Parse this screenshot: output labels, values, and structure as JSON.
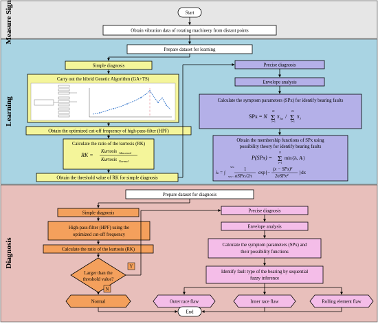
{
  "sections": {
    "measure": "Measure Signal",
    "learning": "Learning",
    "diagnosis": "Diagnosis"
  },
  "nodes": {
    "start": "Start",
    "obtain_vibration": "Obtain vibration data of rotating machinery from distant points",
    "prepare_learning": "Prepare dataset for learning",
    "simple_diag_learn": "Simple diagnosis",
    "hybrid_ga": "Carry out the hibrid Genetic Algorithm (GA+TS)",
    "obtain_hpf": "Obtain the optimized cut-off frequency of high-pass-filter (HPF)",
    "calc_kurtosis_learn": "Calculate the ratio of the kurtosis (RK)",
    "rk_formula_lhs": "RK =",
    "rk_formula_num": "Kurtosis",
    "rk_formula_num_sub": "Abnormal",
    "rk_formula_den": "Kurtosis",
    "rk_formula_den_sub": "Normal",
    "obtain_threshold": "Obtain the threshold value of RK for simple diagnosis",
    "precise_diag_learn": "Precise diagnosis",
    "envelope_learn": "Envelope analysis",
    "calc_symptom_learn": "Calculate the symptom parameters (SPx) for identify bearing faults",
    "spx_formula": "SPx = N Σ S_Jcs / Σ S_J",
    "membership_line1": "Obtain the membership functions of SPx using",
    "membership_line2": "possibility theory for identify bearing faults",
    "possibility_formula": "P(SPx) = Σ min{λ_i, A_i}",
    "lambda_formula": "λ_i = ∫ 1/(σSPx√2π) exp{−(x−SPx)²/2σSPx²}dx",
    "prepare_diag": "Prepare dataset for diagnosis",
    "simple_diag": "Simple diagnosis",
    "hpf_line1": "High-pass-filter (HPF) using the",
    "hpf_line2": "optimized cut-off frequency",
    "calc_kurtosis_diag": "Calculate the ratio of the kurtosis (RK)",
    "larger_line1": "Larger than the",
    "larger_line2": "threshold value?",
    "yes": "Y",
    "no": "N",
    "normal": "Normal",
    "precise_diag": "Precise diagnosis",
    "envelope_diag": "Envelope analysis",
    "symptom_line1": "Calculate the symptom parameters (SPx) and",
    "symptom_line2": "their possibility functions",
    "identify_line1": "Identify fault type of the bearing by sequential",
    "identify_line2": "fuzzy inference",
    "outer_race": "Outer race flaw",
    "inner_race": "Inner race flaw",
    "rolling_element": "Rolling element flaw",
    "end": "End"
  },
  "colors": {
    "measure_bg": "#e6e6e6",
    "learning_bg": "#a9d4e3",
    "diagnosis_bg": "#e8bfbb",
    "yellow_box": "#f4f59a",
    "purple_box": "#b4b0e8",
    "orange_box": "#f4a05c",
    "pink_box": "#f4bde8",
    "white_box": "#ffffff"
  }
}
